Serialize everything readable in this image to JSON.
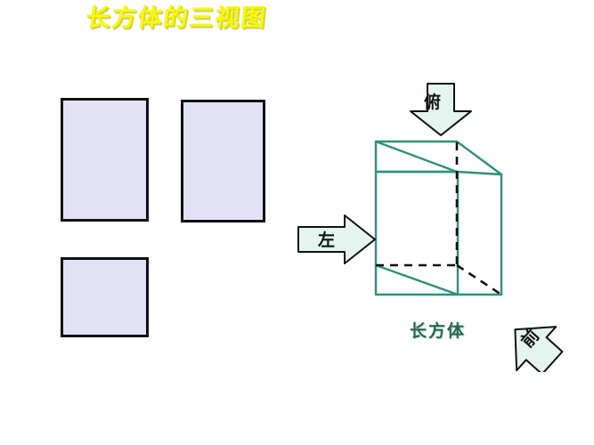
{
  "slide": {
    "title": "长方体的三视图",
    "background_color": "#ffffff",
    "title_color": "#f7f714"
  },
  "views": {
    "fill_color": "#e2e2f7",
    "border_color": "#111111",
    "items": [
      {
        "name": "front-view-rectangle",
        "label": ""
      },
      {
        "name": "side-view-rectangle",
        "label": ""
      },
      {
        "name": "top-view-rectangle",
        "label": ""
      }
    ]
  },
  "solid": {
    "caption": "长方体",
    "caption_color": "#1f6b4e",
    "edge_color": "#2e9276",
    "hidden_edge_color": "#111111"
  },
  "arrows": {
    "fill_color": "#e4f5f0",
    "outline_color": "#111111",
    "top": {
      "label": "俯",
      "name": "top-view-arrow"
    },
    "left": {
      "label": "左",
      "name": "left-view-arrow"
    },
    "front": {
      "label": "前",
      "name": "front-view-arrow"
    }
  }
}
